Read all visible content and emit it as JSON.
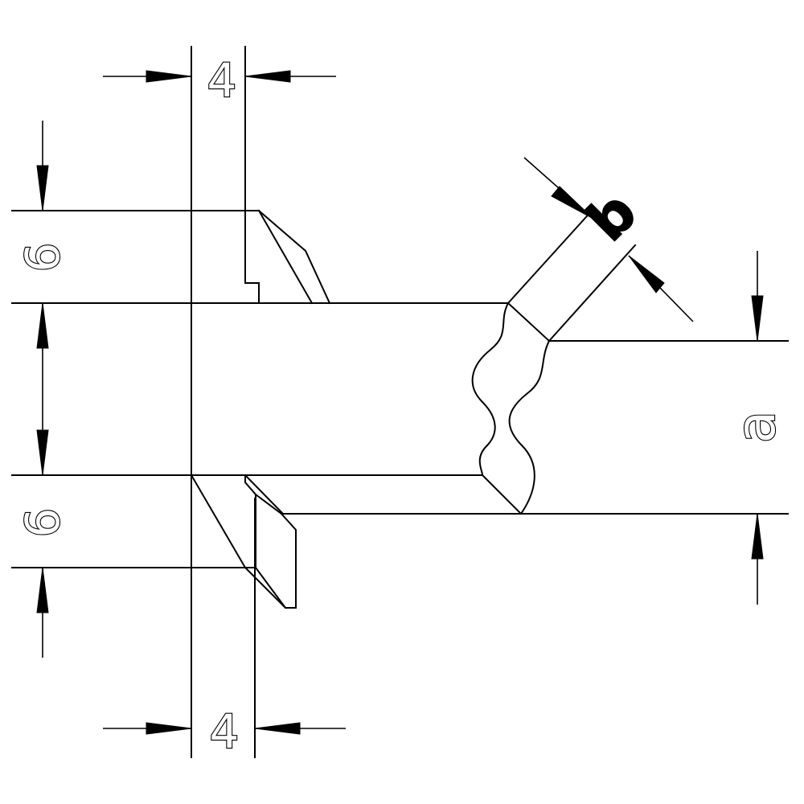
{
  "diagram": {
    "colors": {
      "line": "#000000",
      "background": "#ffffff"
    },
    "dimensions": {
      "top_gap": "4",
      "bottom_gap": "4",
      "upper_thickness": "6",
      "lower_thickness": "6",
      "plate_thickness": "a",
      "weld_leg": "b"
    }
  }
}
